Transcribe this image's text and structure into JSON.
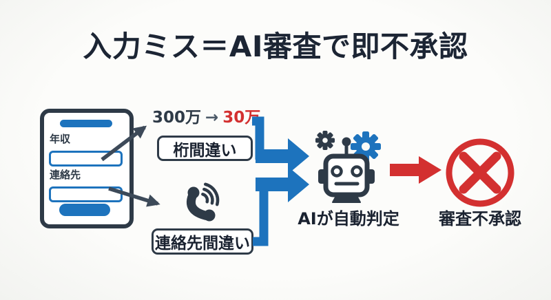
{
  "title": "入力ミス＝AI審査で即不承認",
  "form": {
    "fields": [
      {
        "label": "年収"
      },
      {
        "label": "連絡先"
      }
    ]
  },
  "mistakes": [
    {
      "original": "300万",
      "arrow": "→",
      "wrong": "30万",
      "label": "桁間違い"
    },
    {
      "label": "連絡先間違い"
    }
  ],
  "judgement": {
    "label": "AIが自動判定"
  },
  "result": {
    "label": "審査不承認"
  },
  "icons": {
    "phone": "ringing-phone-icon",
    "robot": "robot-icon",
    "gear_small": "gear-icon",
    "gear_large": "gear-icon",
    "cross": "cross-circle-icon"
  },
  "colors": {
    "dark": "#2e3a47",
    "blue": "#1d73bd",
    "red": "#d33030",
    "title_text": "#1c2534"
  }
}
